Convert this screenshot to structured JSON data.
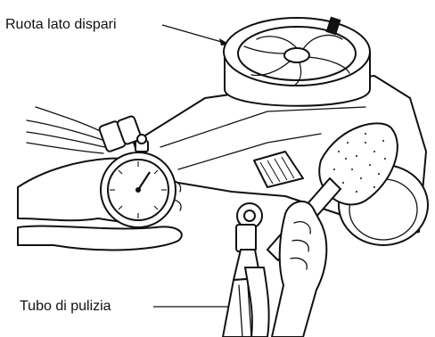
{
  "callouts": {
    "top": "Ruota lato dispari",
    "bottom": "Tubo di pulizia"
  },
  "colors": {
    "ink": "#111111",
    "paper": "#ffffff"
  },
  "icons": [
    "turbine-wheel",
    "stopwatch",
    "cleaning-hose",
    "sponge-brush",
    "hands"
  ]
}
